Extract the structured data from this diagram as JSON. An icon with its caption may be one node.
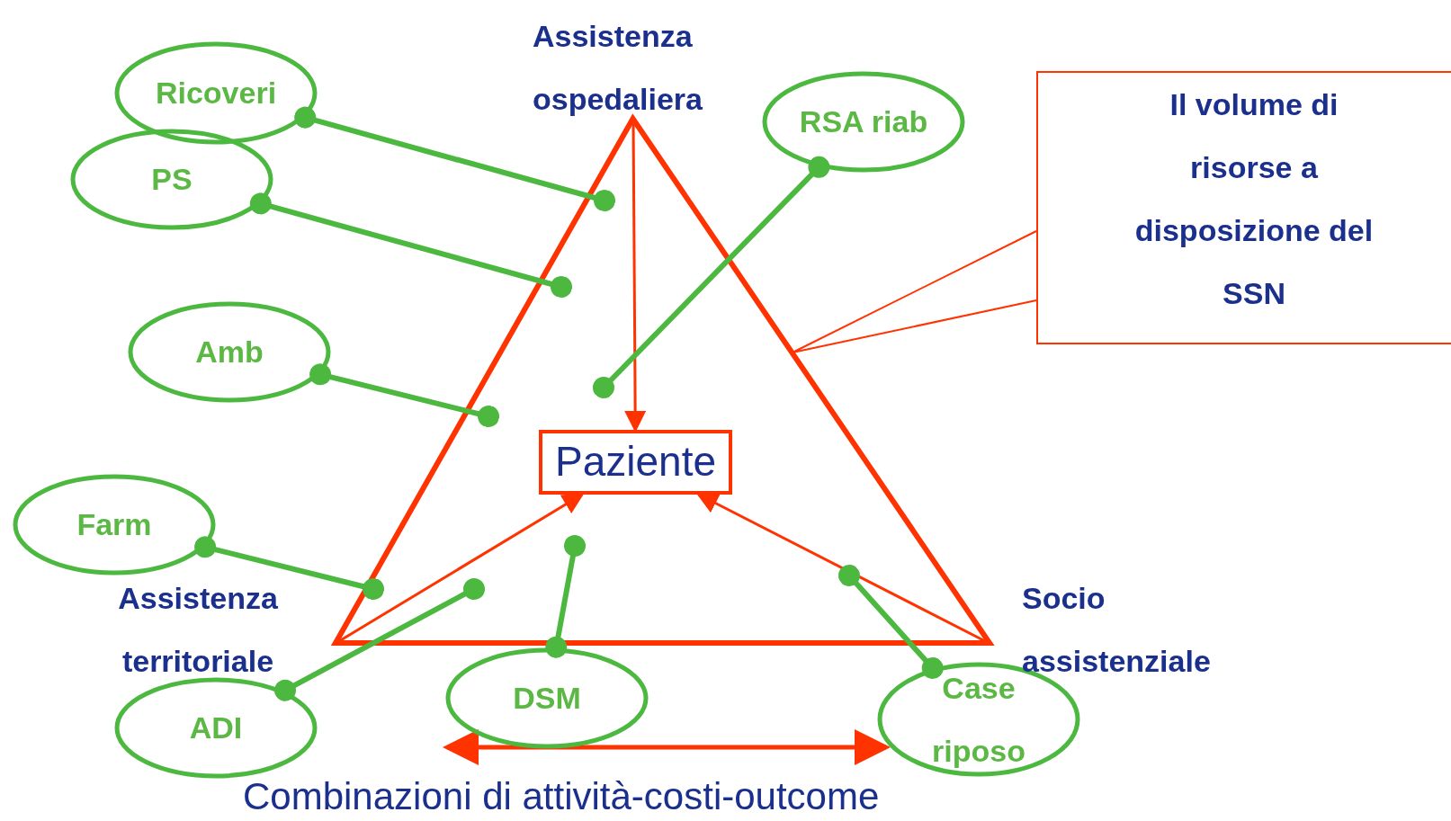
{
  "diagram": {
    "caption": "Combinazioni di attività-costi-outcome",
    "nodes": [
      {
        "text": [
          "Assistenza ospedaliera"
        ]
      },
      {
        "text": [
          "Ricoveri"
        ]
      },
      {
        "text": [
          "PS"
        ]
      },
      {
        "text": [
          "RSA riab"
        ]
      },
      {
        "text": [
          "Il volume di risorse a disposizione del SSN"
        ]
      },
      {
        "text": [],
        "shape": "triangle"
      },
      {
        "text": [
          "Paziente"
        ],
        "in": 5
      },
      {
        "text": [
          "Amb"
        ]
      },
      {
        "text": [
          "Farm"
        ]
      },
      {
        "text": [
          "Assistenza territoriale"
        ]
      },
      {
        "text": [
          "Socio assistenziale"
        ]
      },
      {
        "text": [
          "DSM"
        ]
      },
      {
        "text": [
          "ADI"
        ]
      },
      {
        "text": [
          "Case riposo"
        ]
      }
    ],
    "edges": [
      {
        "from": 0,
        "to": 6,
        "arrow": "to",
        "color": "#ff3300"
      },
      {
        "from": 9,
        "to": 6,
        "arrow": "to",
        "color": "#ff3300"
      },
      {
        "from": 10,
        "to": 6,
        "arrow": "to",
        "color": "#ff3300"
      },
      {
        "from": 1,
        "to": 5,
        "arrow": "other"
      },
      {
        "from": 2,
        "to": 5,
        "arrow": "other"
      },
      {
        "from": 3,
        "to": 5,
        "arrow": "other"
      },
      {
        "from": 7,
        "to": 5,
        "arrow": "other"
      },
      {
        "from": 8,
        "to": 5,
        "arrow": "other"
      },
      {
        "from": 12,
        "to": 5,
        "arrow": "other"
      },
      {
        "from": 11,
        "to": 5,
        "arrow": "other"
      },
      {
        "from": 13,
        "to": 5,
        "arrow": "other"
      },
      {
        "from": 4,
        "to": 5,
        "arrow": "none",
        "color": "#ff3300"
      },
      {
        "from": 11,
        "to": 13,
        "arrow": "both",
        "color": "#ff3300"
      }
    ]
  }
}
